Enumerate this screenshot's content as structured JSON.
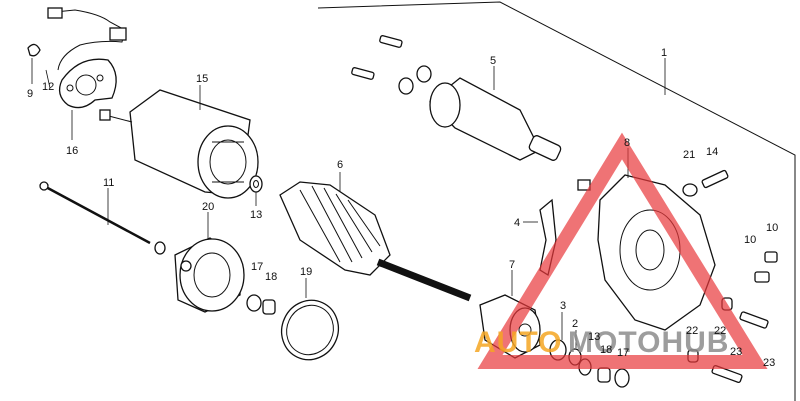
{
  "diagram": {
    "labels": {
      "p1": "1",
      "p2": "2",
      "p3": "3",
      "p4": "4",
      "p5": "5",
      "p6": "6",
      "p7": "7",
      "p8": "8",
      "p9": "9",
      "p10a": "10",
      "p10b": "10",
      "p11": "11",
      "p12": "12",
      "p13a": "13",
      "p13b": "13",
      "p14": "14",
      "p15": "15",
      "p16": "16",
      "p17a": "17",
      "p17b": "17",
      "p18a": "18",
      "p18b": "18",
      "p19": "19",
      "p20": "20",
      "p21": "21",
      "p22a": "22",
      "p22b": "22",
      "p23a": "23",
      "p23b": "23"
    }
  },
  "watermark": {
    "text_orange": "AUTO",
    "text_gray": "MOTOHUB",
    "colors": {
      "triangle": "#e8383b",
      "orange": "#f5a623",
      "gray": "#8c8c8c"
    }
  }
}
